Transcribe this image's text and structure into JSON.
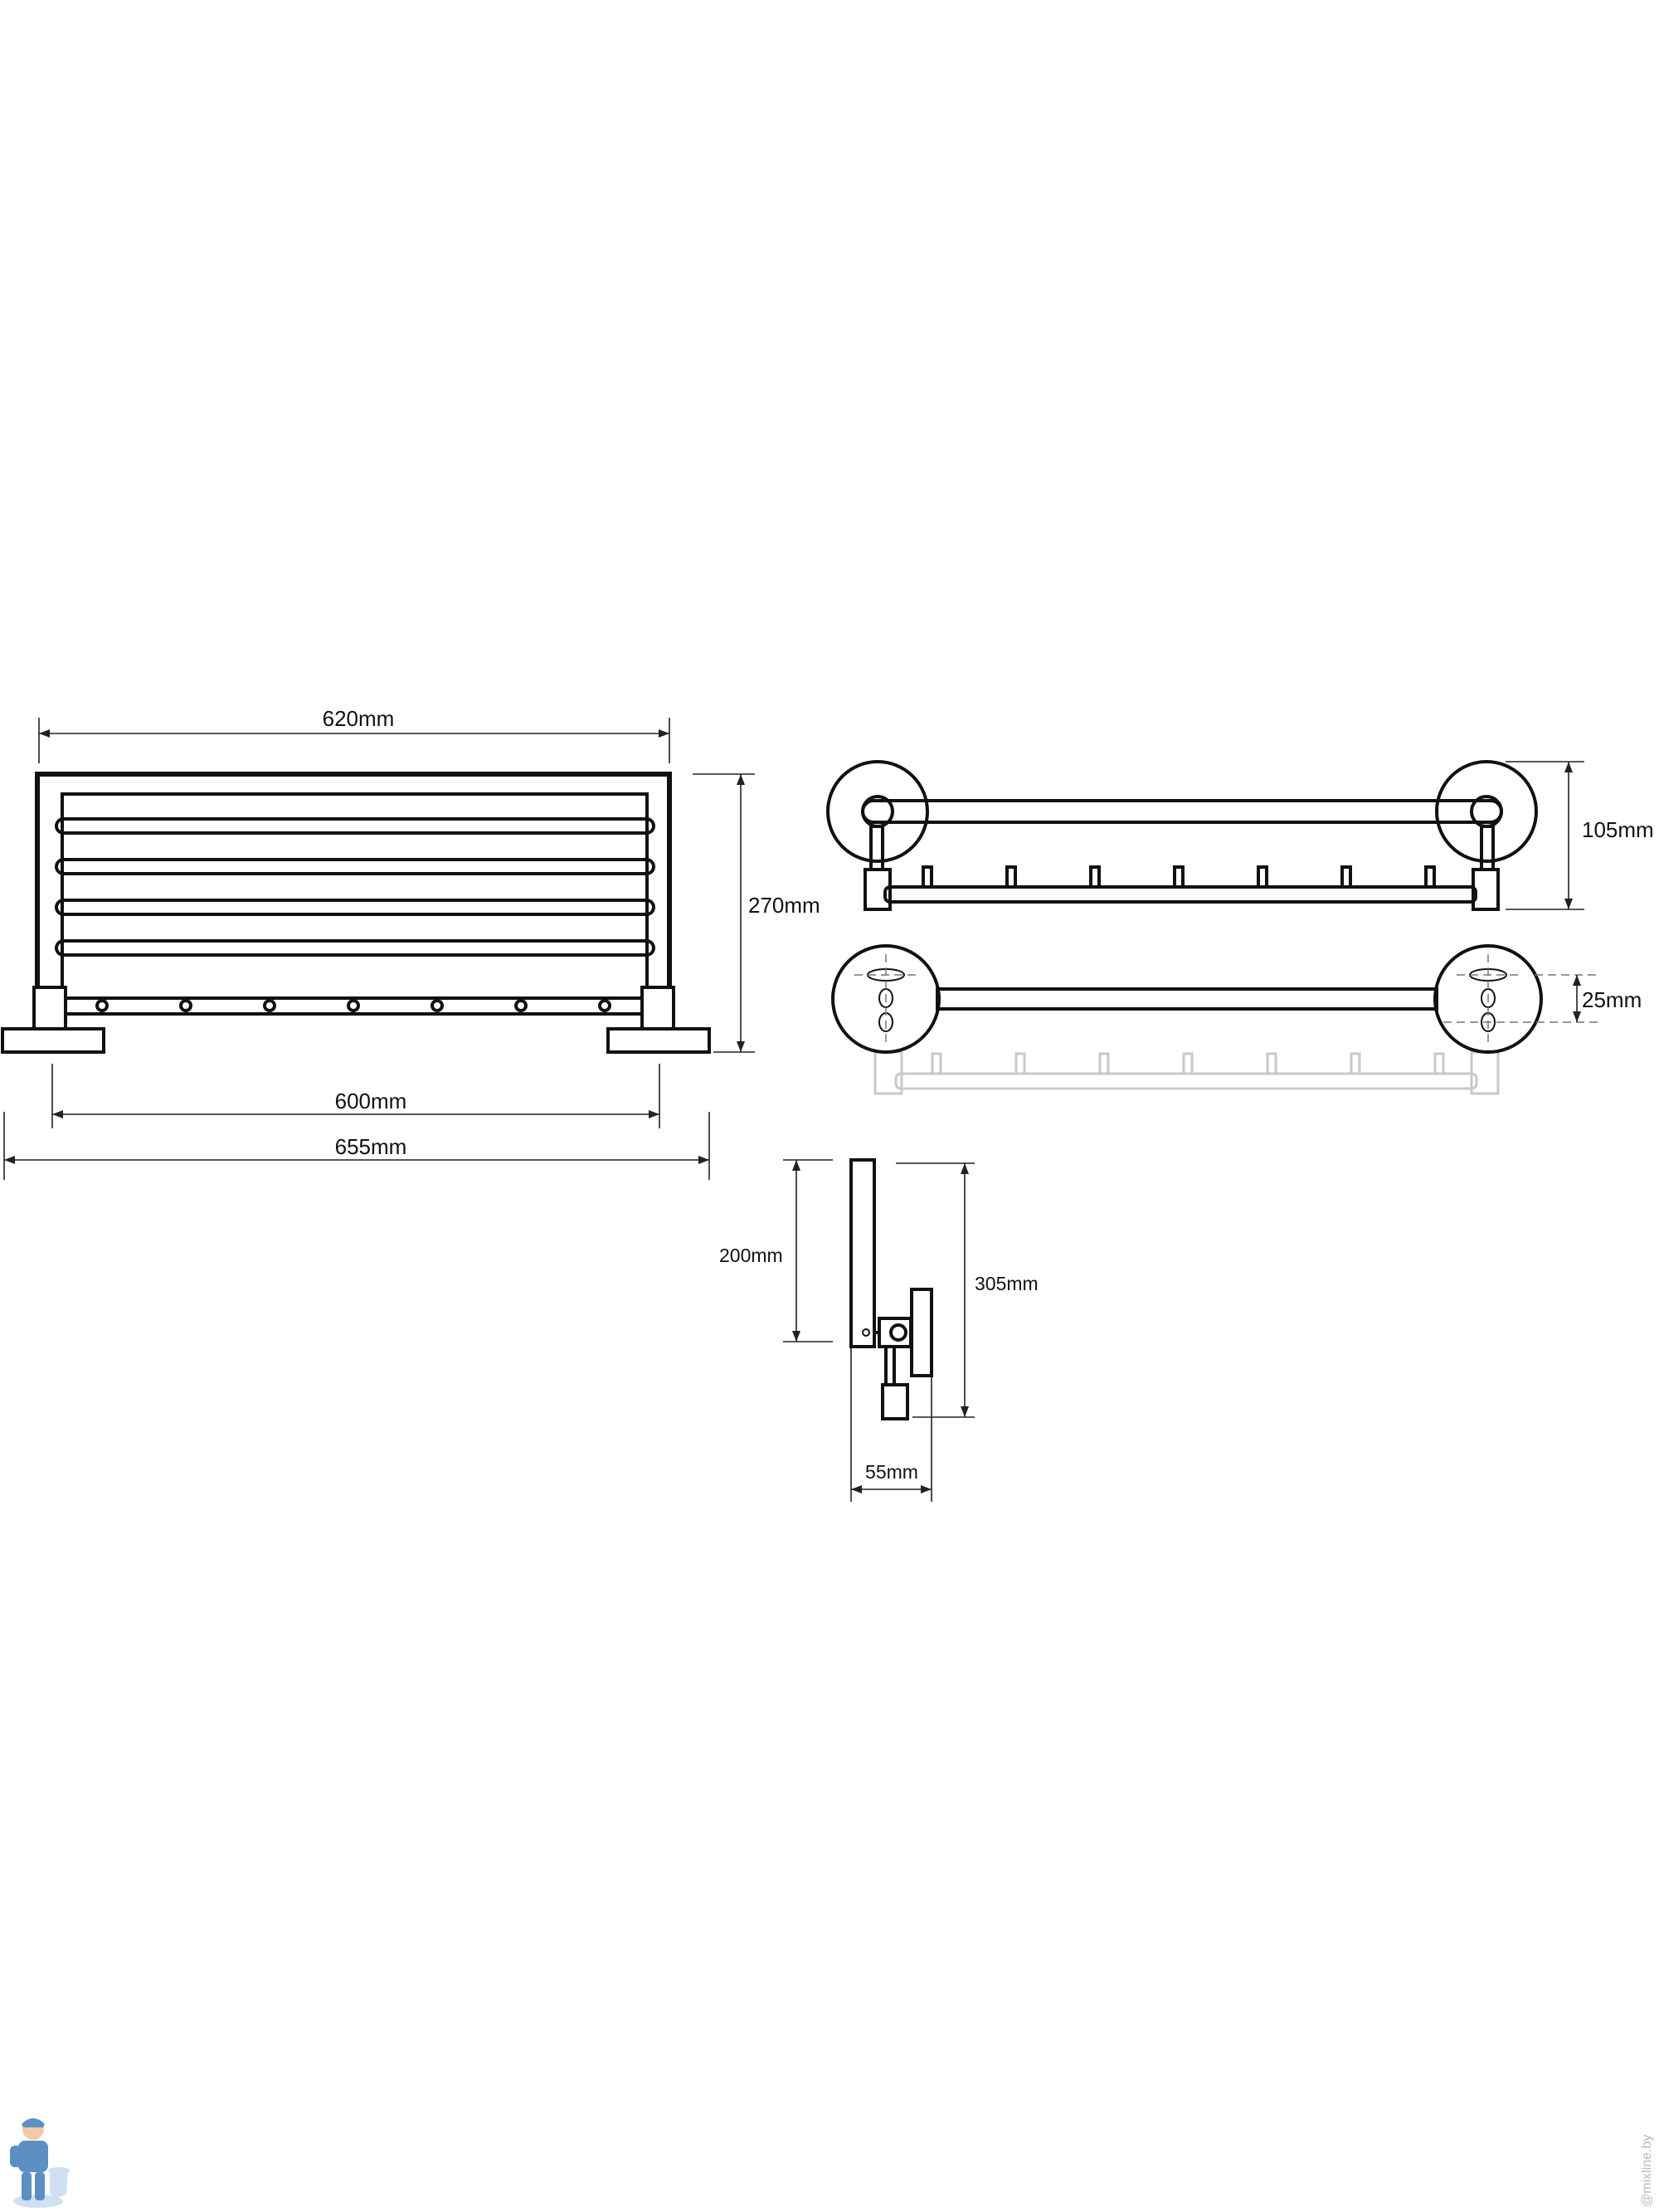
{
  "dimensions": {
    "front_width": "620mm",
    "front_height": "270mm",
    "inner_width": "600mm",
    "overall_width": "655mm",
    "top_depth": "105mm",
    "plan_depth": "25mm",
    "side_upper": "200mm",
    "side_overall": "305mm",
    "side_projection": "55mm"
  },
  "watermark": "@mixline.by",
  "icons": {
    "logo": "plumber-mascot-icon"
  }
}
